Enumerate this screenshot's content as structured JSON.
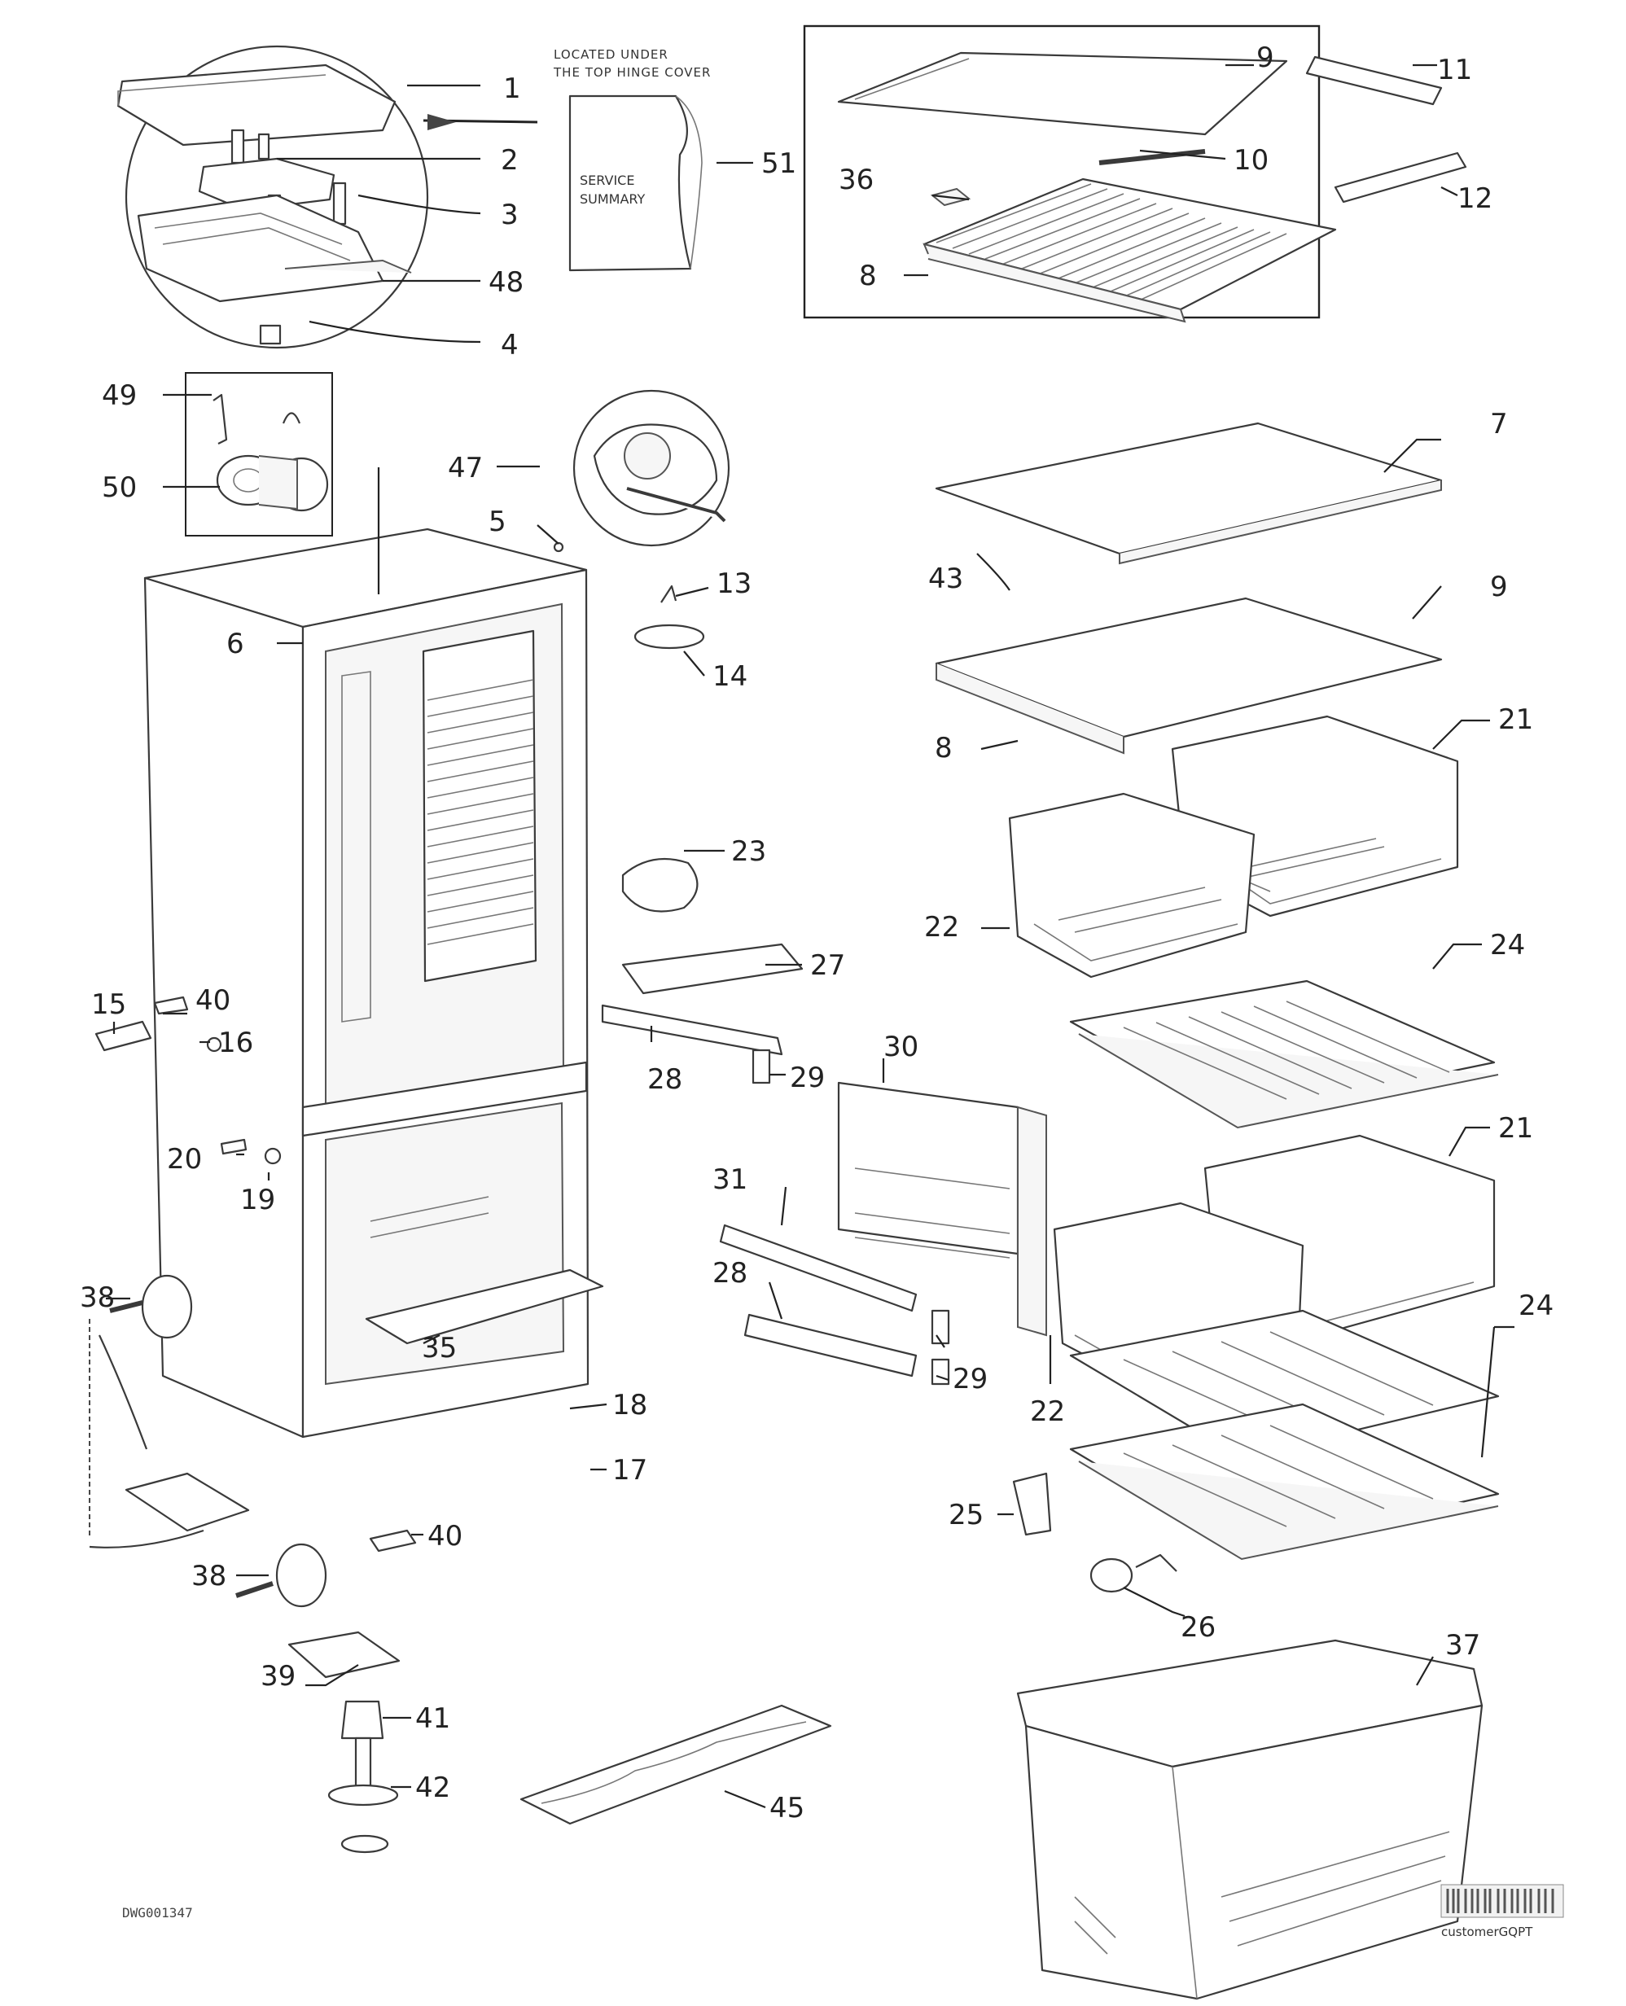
{
  "note": {
    "line1": "LOCATED UNDER",
    "line2": "THE TOP HINGE COVER"
  },
  "service_card": {
    "line1": "SERVICE",
    "line2": "SUMMARY"
  },
  "drawing_code": "DWG001347",
  "watermark": {
    "text": "customerGQPT"
  },
  "callouts": [
    "1",
    "2",
    "3",
    "48",
    "4",
    "51",
    "9",
    "10",
    "36",
    "8",
    "11",
    "12",
    "49",
    "50",
    "47",
    "5",
    "6",
    "13",
    "14",
    "7",
    "43",
    "9",
    "8",
    "21",
    "22",
    "23",
    "27",
    "15",
    "40",
    "16",
    "28",
    "29",
    "30",
    "24",
    "20",
    "19",
    "31",
    "28",
    "29",
    "21",
    "24",
    "35",
    "22",
    "18",
    "38",
    "17",
    "25",
    "26",
    "38",
    "40",
    "39",
    "41",
    "42",
    "45",
    "37"
  ]
}
